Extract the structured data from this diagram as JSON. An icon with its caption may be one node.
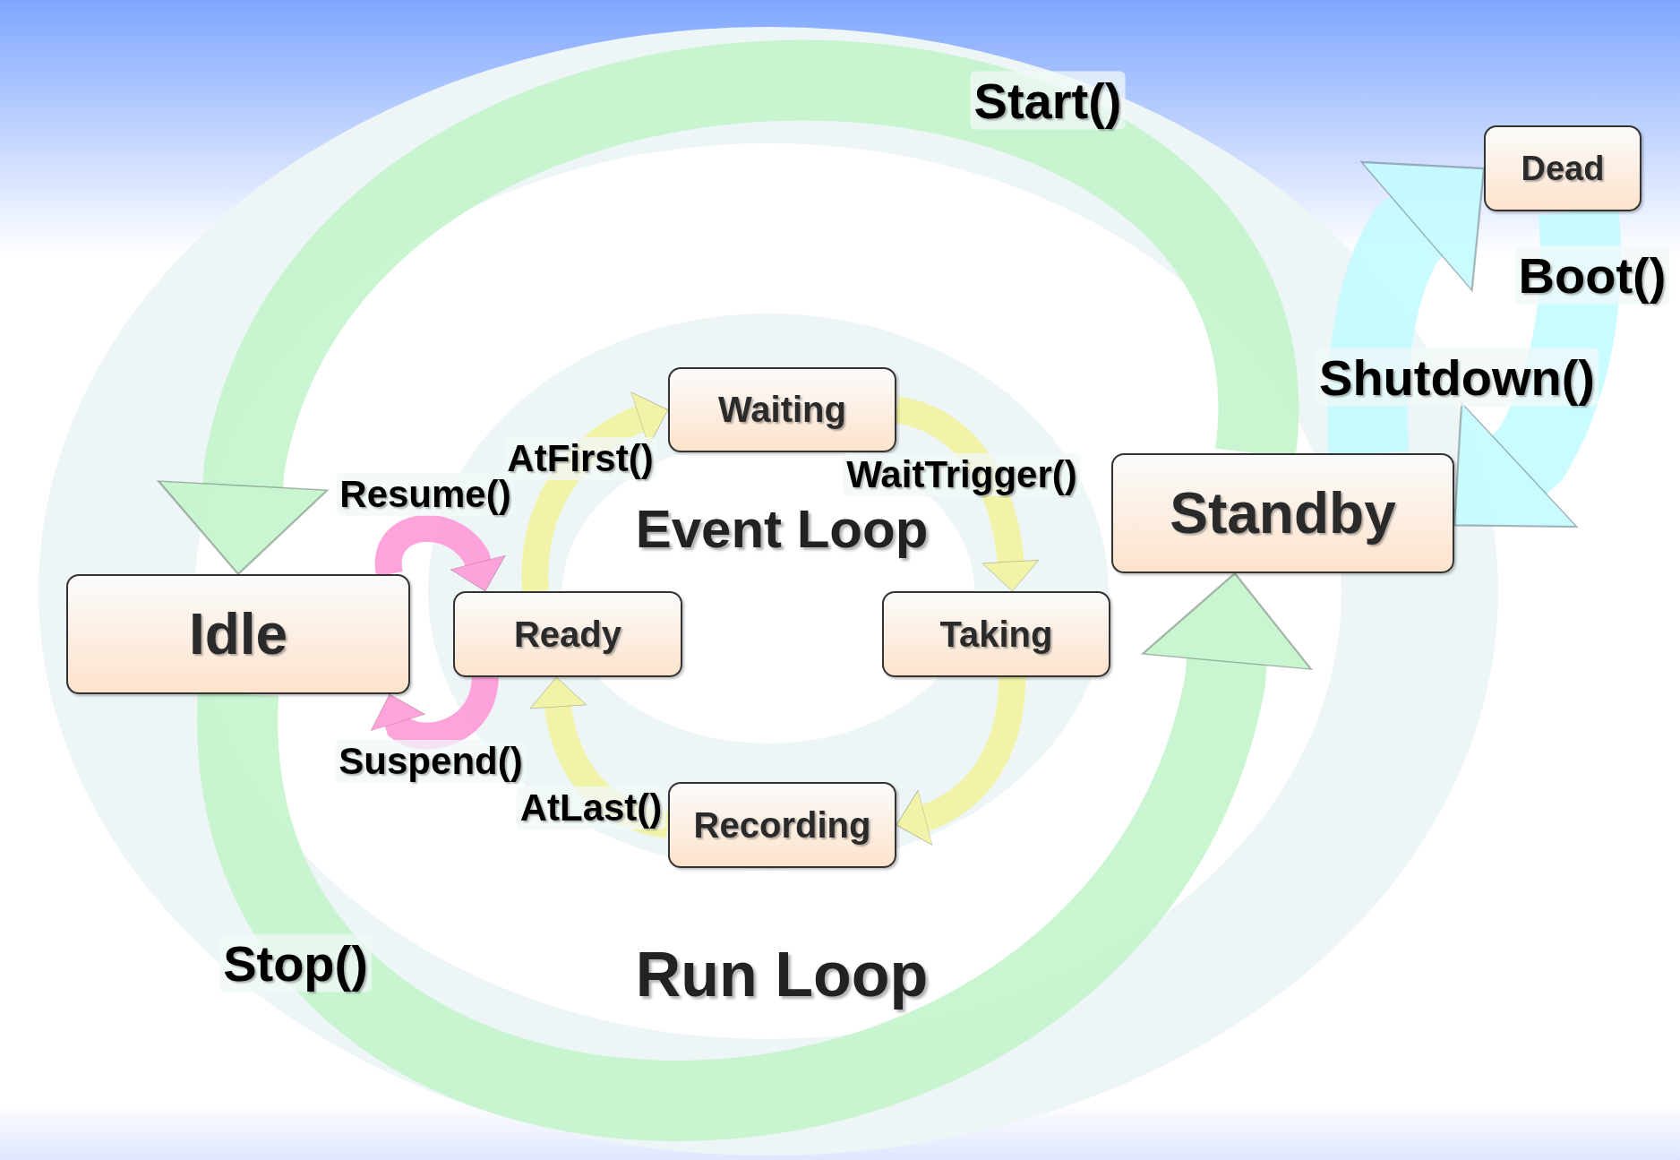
{
  "diagram": {
    "nodes": [
      {
        "text": [
          "Dead"
        ]
      },
      {
        "text": [
          "Waiting"
        ]
      },
      {
        "text": [
          "Standby"
        ]
      },
      {
        "text": [
          "Idle"
        ]
      },
      {
        "text": [
          "Ready"
        ]
      },
      {
        "text": [
          "Taking"
        ]
      },
      {
        "text": [
          "Recording"
        ]
      }
    ],
    "edges": [
      {
        "from": 2,
        "to": 3,
        "arrow": "to",
        "label": "Start()",
        "style": "thick",
        "color": "#c4f5cc"
      },
      {
        "from": 3,
        "to": 2,
        "arrow": "to",
        "label": "Stop()",
        "style": "thick",
        "color": "#c4f5cc"
      },
      {
        "from": 0,
        "to": 2,
        "arrow": "to",
        "label": "Boot()",
        "style": "thick",
        "color": "#c4fbff"
      },
      {
        "from": 2,
        "to": 0,
        "arrow": "to",
        "label": "Shutdown()",
        "style": "thick",
        "color": "#c4fbff"
      },
      {
        "from": 4,
        "to": 1,
        "arrow": "to",
        "label": "AtFirst()"
      },
      {
        "from": 1,
        "to": 5,
        "arrow": "to",
        "label": "WaitTrigger()"
      },
      {
        "from": 5,
        "to": 6,
        "arrow": "to"
      },
      {
        "from": 6,
        "to": 4,
        "arrow": "to",
        "label": "AtLast()"
      },
      {
        "from": 3,
        "to": 4,
        "arrow": "to",
        "label": "Resume()",
        "color": "#ff9ad8"
      },
      {
        "from": 4,
        "to": 3,
        "arrow": "to",
        "label": "Suspend()",
        "color": "#ff9ad8"
      }
    ],
    "labels": [
      "Event Loop",
      "Run Loop"
    ]
  }
}
